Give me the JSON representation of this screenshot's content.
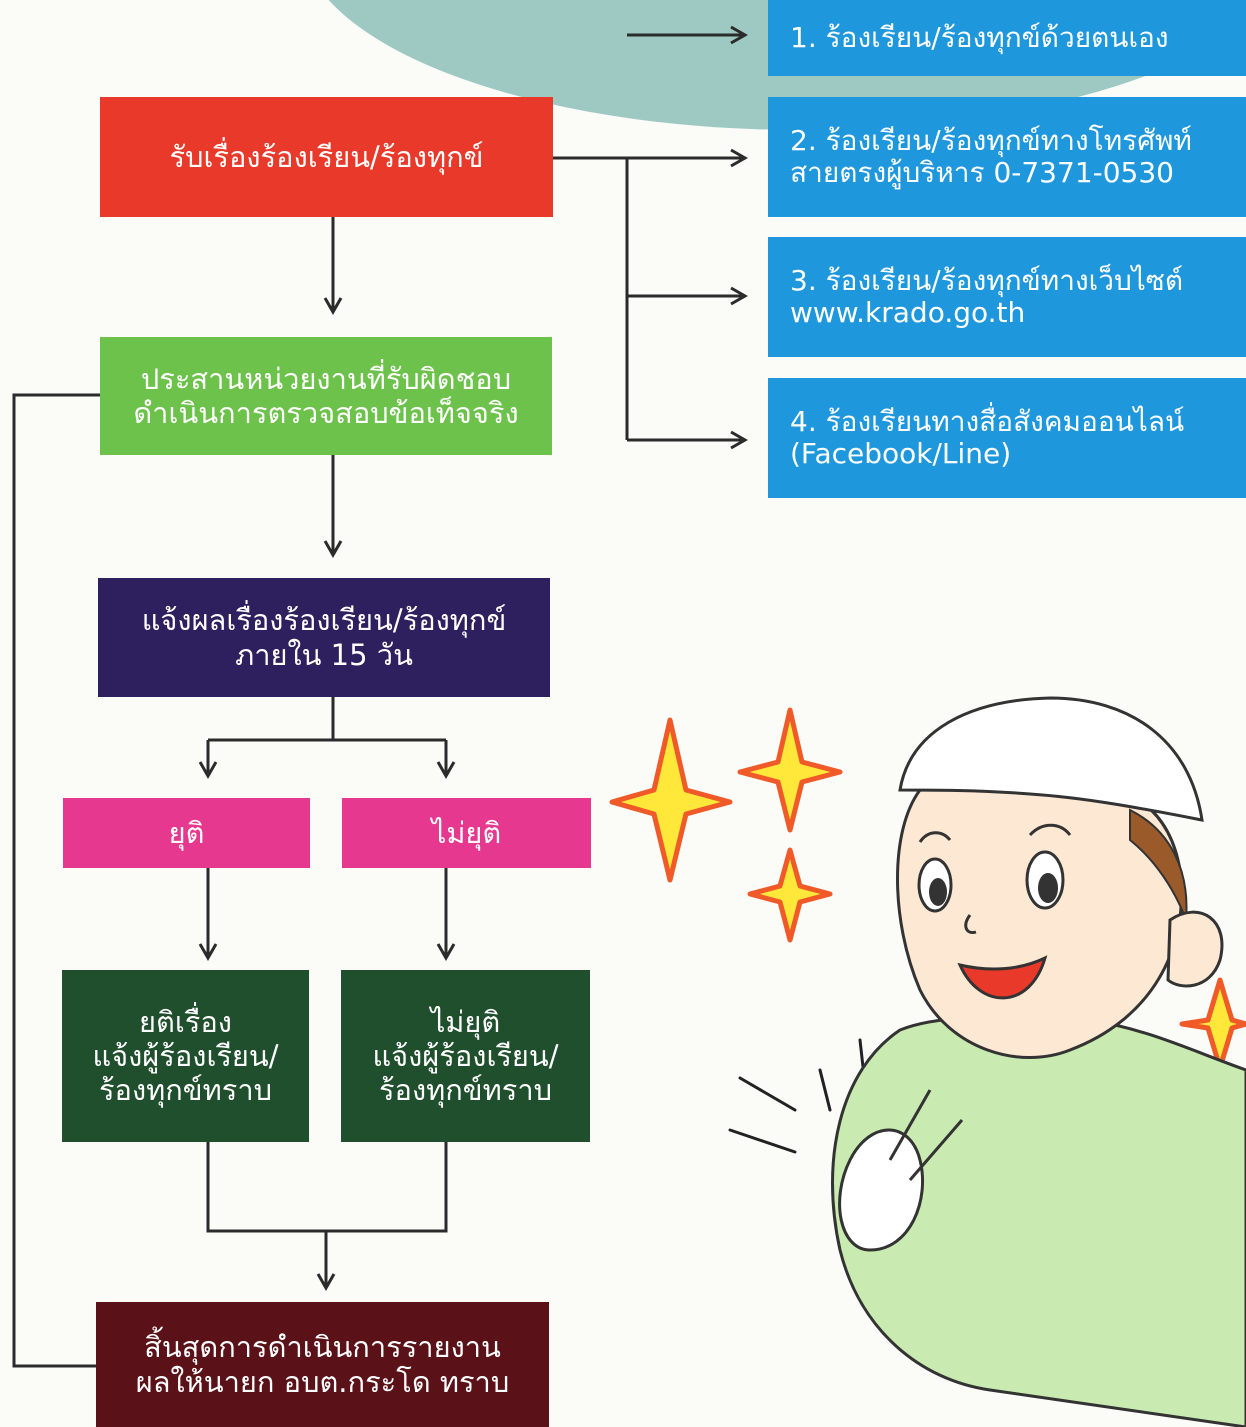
{
  "flow": {
    "receive": {
      "label": "รับเรื่องร้องเรียน/ร้องทุกข์",
      "color": "#e8392a"
    },
    "coordinate": {
      "line1": "ประสานหน่วยงานที่รับผิดชอบ",
      "line2": "ดำเนินการตรวจสอบข้อเท็จจริง",
      "color": "#6cc24a"
    },
    "notify": {
      "line1": "แจ้งผลเรื่องร้องเรียน/ร้องทุกข์",
      "line2": "ภายใน 15 วัน",
      "color": "#2e1f5e"
    },
    "resolved": {
      "label": "ยุติ",
      "color": "#e6388f"
    },
    "unresolved": {
      "label": "ไม่ยุติ",
      "color": "#e6388f"
    },
    "resolved_notice": {
      "line1": "ยติเรื่อง",
      "line2": "แจ้งผู้ร้องเรียน/",
      "line3": "ร้องทุกข์ทราบ",
      "color": "#1f4f2c"
    },
    "unresolved_notice": {
      "line1": "ไม่ยุติ",
      "line2": "แจ้งผู้ร้องเรียน/",
      "line3": "ร้องทุกข์ทราบ",
      "color": "#1f4f2c"
    },
    "final": {
      "line1": "สิ้นสุดการดำเนินการรายงาน",
      "line2": "ผลให้นายก อบต.กระโด ทราบ",
      "color": "#5a1218"
    }
  },
  "channels": [
    {
      "line1": "1. ร้องเรียน/ร้องทุกข์ด้วยตนเอง",
      "line2": ""
    },
    {
      "line1": "2. ร้องเรียน/ร้องทุกข์ทางโทรศัพท์",
      "line2": "สายตรงผู้บริหาร 0-7371-0530"
    },
    {
      "line1": "3. ร้องเรียน/ร้องทุกข์ทางเว็บไซต์",
      "line2": "www.krado.go.th"
    },
    {
      "line1": "4. ร้องเรียนทางสื่อสังคมออนไลน์",
      "line2": "(Facebook/Line)"
    }
  ],
  "colors": {
    "channel_box": "#1e97dc",
    "connector": "#2b2b2b",
    "background_blob": "#9ec9c3",
    "star_fill": "#ffe83a",
    "star_outline": "#f05a28",
    "shirt": "#c9eab0",
    "cap": "#ffffff",
    "skin": "#fde8d4",
    "hair": "#9a5a2a"
  }
}
